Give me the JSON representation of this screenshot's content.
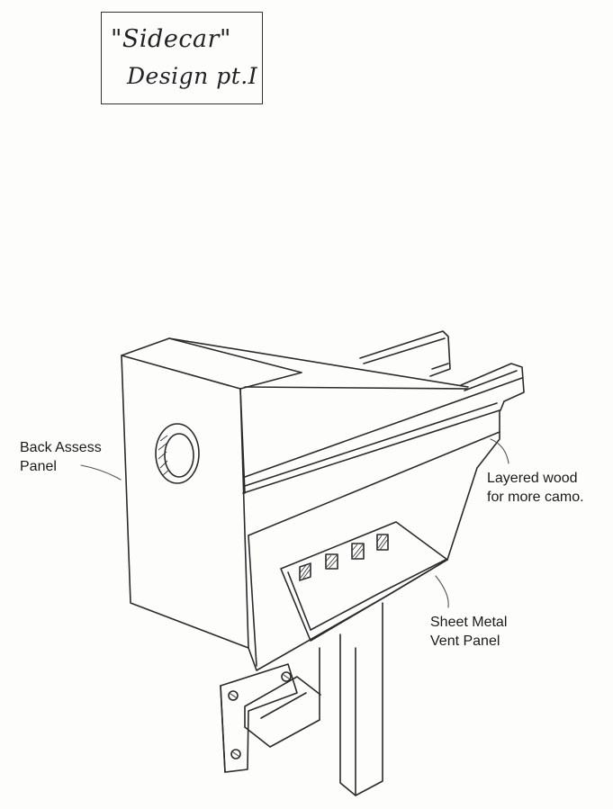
{
  "title": {
    "line1": "\"Sidecar\"",
    "line2": "Design pt.I"
  },
  "labels": {
    "back_panel": [
      "Back Assess",
      "Panel"
    ],
    "layered_wood": [
      "Layered wood",
      "for more camo."
    ],
    "vent_panel": [
      "Sheet Metal",
      "Vent Panel"
    ]
  }
}
